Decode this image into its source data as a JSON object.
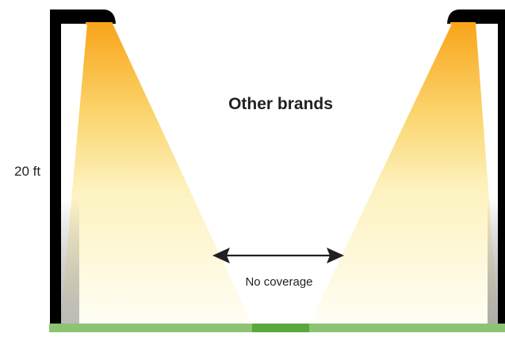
{
  "title": "Other brands",
  "height_label": "20 ft",
  "gap_label": "No coverage",
  "colors": {
    "pole": "#000000",
    "beam_top": "#f9a51b",
    "beam_mid": "#fbe38a",
    "beam_bottom": "#fffef5",
    "ground_lit": "#8cc474",
    "ground_dark": "#5aa83c",
    "text": "#231f20"
  }
}
